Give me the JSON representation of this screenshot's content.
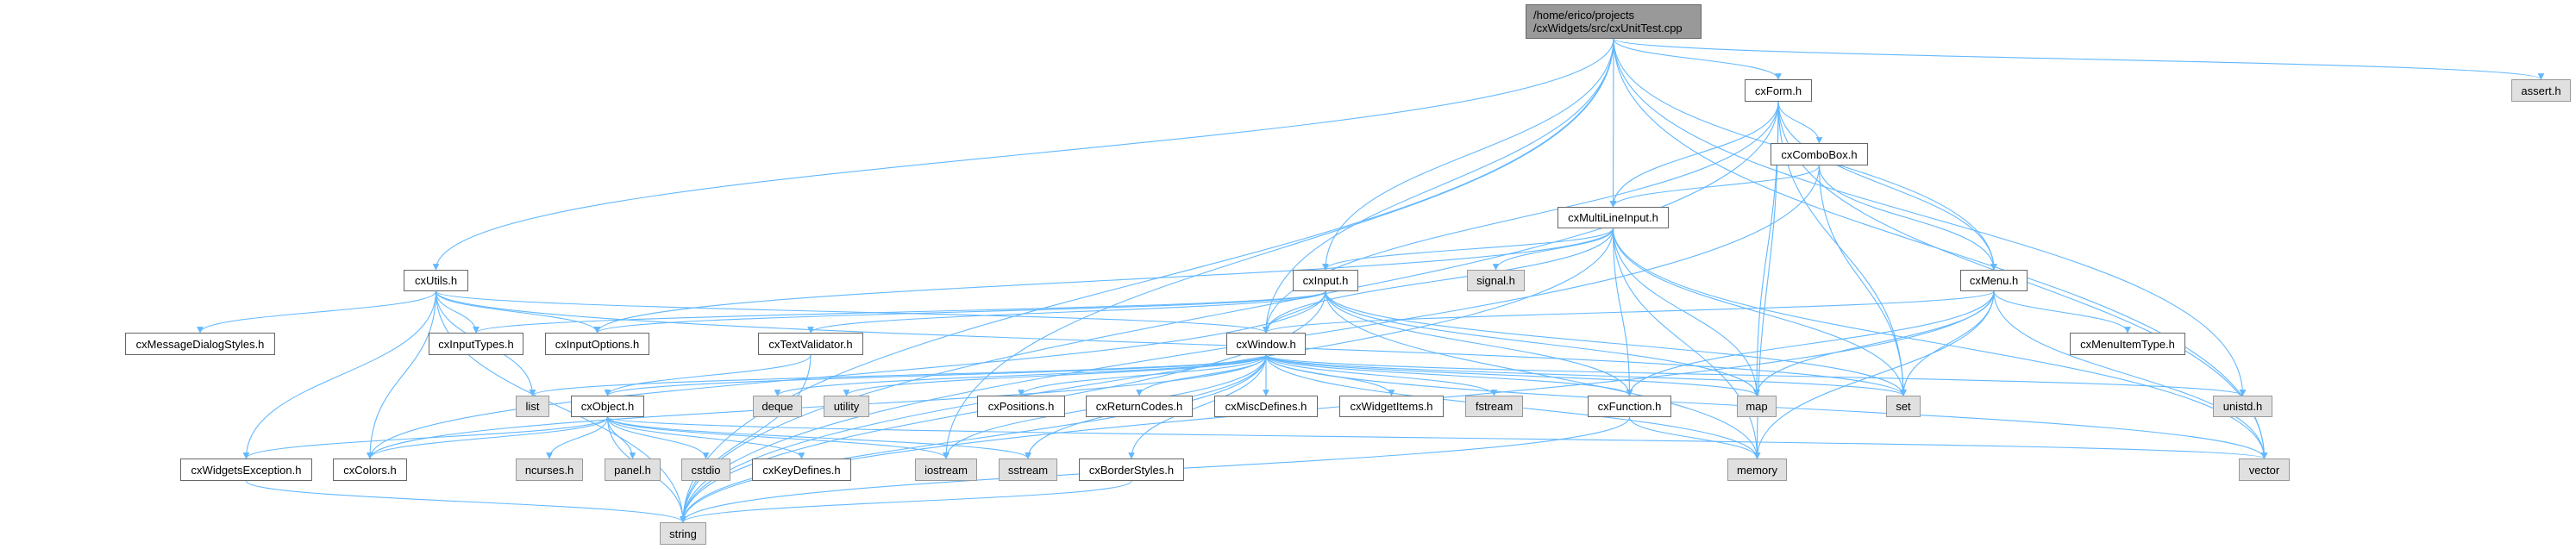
{
  "colors": {
    "edge": "#63b8ff",
    "root_fill": "#999999",
    "external_fill": "#e0e0e0",
    "local_fill": "#ffffff"
  },
  "nodes": {
    "root": {
      "label_line1": "/home/erico/projects",
      "label_line2": "/cxWidgets/src/cxUnitTest.cpp",
      "kind": "root"
    },
    "cxForm": {
      "label": "cxForm.h",
      "kind": "local"
    },
    "assert": {
      "label": "assert.h",
      "kind": "external"
    },
    "cxComboBox": {
      "label": "cxComboBox.h",
      "kind": "local"
    },
    "cxMultiLineInput": {
      "label": "cxMultiLineInput.h",
      "kind": "local"
    },
    "cxUtils": {
      "label": "cxUtils.h",
      "kind": "local"
    },
    "cxInput": {
      "label": "cxInput.h",
      "kind": "local"
    },
    "signal": {
      "label": "signal.h",
      "kind": "external"
    },
    "cxMenu": {
      "label": "cxMenu.h",
      "kind": "local"
    },
    "cxMessageDialogStyles": {
      "label": "cxMessageDialogStyles.h",
      "kind": "local"
    },
    "cxInputTypes": {
      "label": "cxInputTypes.h",
      "kind": "local"
    },
    "cxInputOptions": {
      "label": "cxInputOptions.h",
      "kind": "local"
    },
    "cxTextValidator": {
      "label": "cxTextValidator.h",
      "kind": "local"
    },
    "cxWindow": {
      "label": "cxWindow.h",
      "kind": "local"
    },
    "cxMenuItemType": {
      "label": "cxMenuItemType.h",
      "kind": "local"
    },
    "list": {
      "label": "list",
      "kind": "external"
    },
    "cxObject": {
      "label": "cxObject.h",
      "kind": "local"
    },
    "deque": {
      "label": "deque",
      "kind": "external"
    },
    "utility": {
      "label": "utility",
      "kind": "external"
    },
    "cxPositions": {
      "label": "cxPositions.h",
      "kind": "local"
    },
    "cxReturnCodes": {
      "label": "cxReturnCodes.h",
      "kind": "local"
    },
    "cxMiscDefines": {
      "label": "cxMiscDefines.h",
      "kind": "local"
    },
    "cxWidgetItems": {
      "label": "cxWidgetItems.h",
      "kind": "local"
    },
    "fstream": {
      "label": "fstream",
      "kind": "external"
    },
    "cxFunction": {
      "label": "cxFunction.h",
      "kind": "local"
    },
    "map": {
      "label": "map",
      "kind": "external"
    },
    "set": {
      "label": "set",
      "kind": "external"
    },
    "unistd": {
      "label": "unistd.h",
      "kind": "external"
    },
    "cxWidgetsException": {
      "label": "cxWidgetsException.h",
      "kind": "local"
    },
    "cxColors": {
      "label": "cxColors.h",
      "kind": "local"
    },
    "ncurses": {
      "label": "ncurses.h",
      "kind": "external"
    },
    "panel": {
      "label": "panel.h",
      "kind": "external"
    },
    "cstdio": {
      "label": "cstdio",
      "kind": "external"
    },
    "cxKeyDefines": {
      "label": "cxKeyDefines.h",
      "kind": "local"
    },
    "iostream": {
      "label": "iostream",
      "kind": "external"
    },
    "sstream": {
      "label": "sstream",
      "kind": "external"
    },
    "cxBorderStyles": {
      "label": "cxBorderStyles.h",
      "kind": "local"
    },
    "memory": {
      "label": "memory",
      "kind": "external"
    },
    "vector": {
      "label": "vector",
      "kind": "external"
    },
    "string": {
      "label": "string",
      "kind": "external"
    }
  },
  "edges": [
    [
      "root",
      "string"
    ],
    [
      "root",
      "cxUtils"
    ],
    [
      "root",
      "cxForm"
    ],
    [
      "root",
      "cxInput"
    ],
    [
      "root",
      "cxWindow"
    ],
    [
      "root",
      "cxMultiLineInput"
    ],
    [
      "root",
      "cxMenu"
    ],
    [
      "root",
      "iostream"
    ],
    [
      "root",
      "unistd"
    ],
    [
      "root",
      "vector"
    ],
    [
      "root",
      "assert"
    ],
    [
      "cxForm",
      "string"
    ],
    [
      "cxForm",
      "cxWindow"
    ],
    [
      "cxForm",
      "cxMultiLineInput"
    ],
    [
      "cxForm",
      "cxComboBox"
    ],
    [
      "cxForm",
      "cxMenu"
    ],
    [
      "cxForm",
      "map"
    ],
    [
      "cxForm",
      "set"
    ],
    [
      "cxForm",
      "memory"
    ],
    [
      "cxForm",
      "vector"
    ],
    [
      "cxComboBox",
      "cxMultiLineInput"
    ],
    [
      "cxComboBox",
      "cxMenu"
    ],
    [
      "cxComboBox",
      "set"
    ],
    [
      "cxComboBox",
      "string"
    ],
    [
      "cxMultiLineInput",
      "cxInput"
    ],
    [
      "cxMultiLineInput",
      "signal"
    ],
    [
      "cxMultiLineInput",
      "cxWindow"
    ],
    [
      "cxMultiLineInput",
      "cxFunction"
    ],
    [
      "cxMultiLineInput",
      "map"
    ],
    [
      "cxMultiLineInput",
      "set"
    ],
    [
      "cxMultiLineInput",
      "memory"
    ],
    [
      "cxMultiLineInput",
      "string"
    ],
    [
      "cxMultiLineInput",
      "vector"
    ],
    [
      "cxMultiLineInput",
      "cxInputOptions"
    ],
    [
      "cxInput",
      "cxWindow"
    ],
    [
      "cxInput",
      "cxTextValidator"
    ],
    [
      "cxInput",
      "cxInputTypes"
    ],
    [
      "cxInput",
      "cxInputOptions"
    ],
    [
      "cxInput",
      "cxColors"
    ],
    [
      "cxInput",
      "string"
    ],
    [
      "cxInput",
      "cxFunction"
    ],
    [
      "cxInput",
      "map"
    ],
    [
      "cxInput",
      "set"
    ],
    [
      "cxInput",
      "memory"
    ],
    [
      "cxMenu",
      "cxWindow"
    ],
    [
      "cxMenu",
      "cxMenuItemType"
    ],
    [
      "cxMenu",
      "cxFunction"
    ],
    [
      "cxMenu",
      "map"
    ],
    [
      "cxMenu",
      "set"
    ],
    [
      "cxMenu",
      "memory"
    ],
    [
      "cxMenu",
      "string"
    ],
    [
      "cxMenu",
      "vector"
    ],
    [
      "cxUtils",
      "cxMessageDialogStyles"
    ],
    [
      "cxUtils",
      "cxInputTypes"
    ],
    [
      "cxUtils",
      "cxInputOptions"
    ],
    [
      "cxUtils",
      "cxWidgetsException"
    ],
    [
      "cxUtils",
      "cxColors"
    ],
    [
      "cxUtils",
      "list"
    ],
    [
      "cxUtils",
      "string"
    ],
    [
      "cxUtils",
      "cxWindow"
    ],
    [
      "cxUtils",
      "set"
    ],
    [
      "cxTextValidator",
      "cxObject"
    ],
    [
      "cxTextValidator",
      "string"
    ],
    [
      "cxWindow",
      "cxObject"
    ],
    [
      "cxWindow",
      "list"
    ],
    [
      "cxWindow",
      "deque"
    ],
    [
      "cxWindow",
      "utility"
    ],
    [
      "cxWindow",
      "cxPositions"
    ],
    [
      "cxWindow",
      "cxReturnCodes"
    ],
    [
      "cxWindow",
      "cxMiscDefines"
    ],
    [
      "cxWindow",
      "cxWidgetItems"
    ],
    [
      "cxWindow",
      "fstream"
    ],
    [
      "cxWindow",
      "cxFunction"
    ],
    [
      "cxWindow",
      "map"
    ],
    [
      "cxWindow",
      "set"
    ],
    [
      "cxWindow",
      "unistd"
    ],
    [
      "cxWindow",
      "memory"
    ],
    [
      "cxWindow",
      "vector"
    ],
    [
      "cxWindow",
      "iostream"
    ],
    [
      "cxWindow",
      "sstream"
    ],
    [
      "cxWindow",
      "cxBorderStyles"
    ],
    [
      "cxWindow",
      "string"
    ],
    [
      "cxWindow",
      "cxColors"
    ],
    [
      "cxObject",
      "cxWidgetsException"
    ],
    [
      "cxObject",
      "cxColors"
    ],
    [
      "cxObject",
      "ncurses"
    ],
    [
      "cxObject",
      "panel"
    ],
    [
      "cxObject",
      "cstdio"
    ],
    [
      "cxObject",
      "cxKeyDefines"
    ],
    [
      "cxObject",
      "iostream"
    ],
    [
      "cxObject",
      "sstream"
    ],
    [
      "cxObject",
      "string"
    ],
    [
      "cxObject",
      "vector"
    ],
    [
      "cxWidgetsException",
      "string"
    ],
    [
      "cxFunction",
      "string"
    ],
    [
      "cxFunction",
      "memory"
    ],
    [
      "cxBorderStyles",
      "string"
    ]
  ]
}
